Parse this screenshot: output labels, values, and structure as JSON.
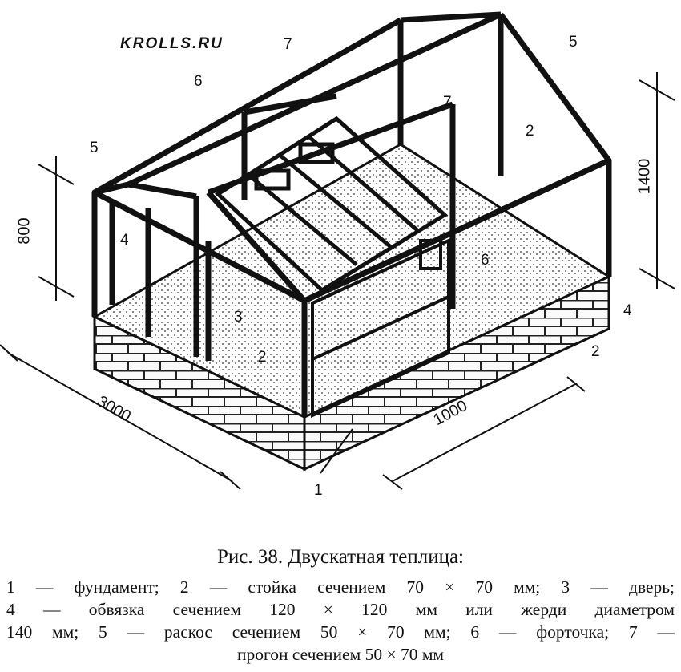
{
  "watermark": "KROLLS.RU",
  "caption": {
    "title": "Рис. 38. Двускатная теплица:",
    "lines": [
      "1 — фундамент; 2 — стойка сечением 70 × 70 мм; 3 — дверь;",
      "4 — обвязка сечением 120 × 120 мм или жерди диаметром",
      "140 мм; 5 — раскос сечением 50 × 70 мм; 6 — форточка; 7 —",
      "прогон сечением 50 × 70 мм"
    ]
  },
  "dimensions": {
    "length": "3000",
    "width": "1000",
    "wall_height": "800",
    "ridge_height": "1400"
  },
  "callouts": {
    "n1": "1",
    "n2": "2",
    "n3": "3",
    "n4": "4",
    "n5": "5",
    "n6": "6",
    "n7": "7"
  }
}
